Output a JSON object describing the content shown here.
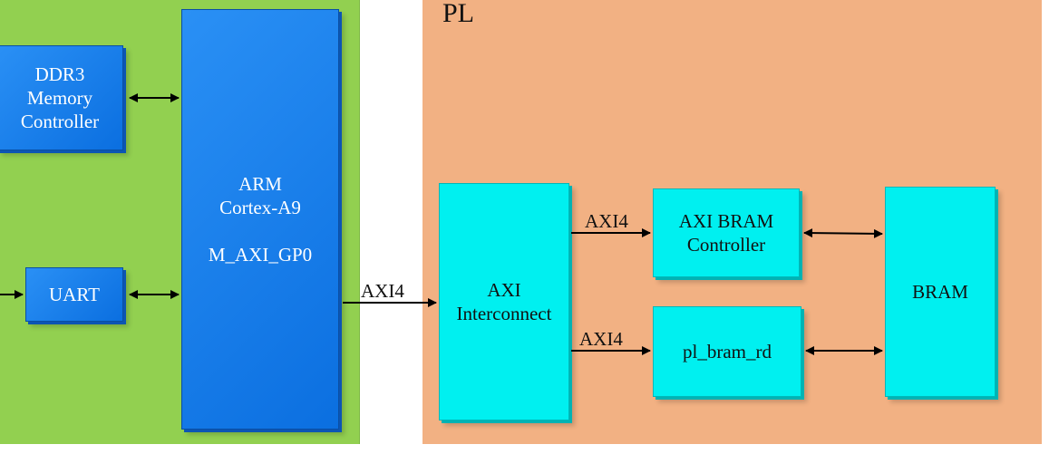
{
  "regions": {
    "pl_label": "PL"
  },
  "blocks": {
    "ddr3": {
      "lines": [
        "DDR3",
        "Memory",
        "Controller"
      ]
    },
    "uart": {
      "label": "UART"
    },
    "arm": {
      "line1": "ARM",
      "line2": "Cortex-A9",
      "port": "M_AXI_GP0"
    },
    "axi_interconnect": {
      "line1": "AXI",
      "line2": "Interconnect"
    },
    "axi_bram_ctrl": {
      "line1": "AXI BRAM",
      "line2": "Controller"
    },
    "pl_bram_rd": {
      "label": "pl_bram_rd"
    },
    "bram": {
      "label": "BRAM"
    }
  },
  "buses": {
    "arm_to_interconnect": "AXI4",
    "interconnect_to_bram_ctrl": "AXI4",
    "interconnect_to_pl_bram_rd": "AXI4"
  },
  "colors": {
    "ps_background": "#92d050",
    "pl_background": "#f2b183",
    "ps_block": "#0b6fe0",
    "pl_block": "#00f0f0"
  }
}
